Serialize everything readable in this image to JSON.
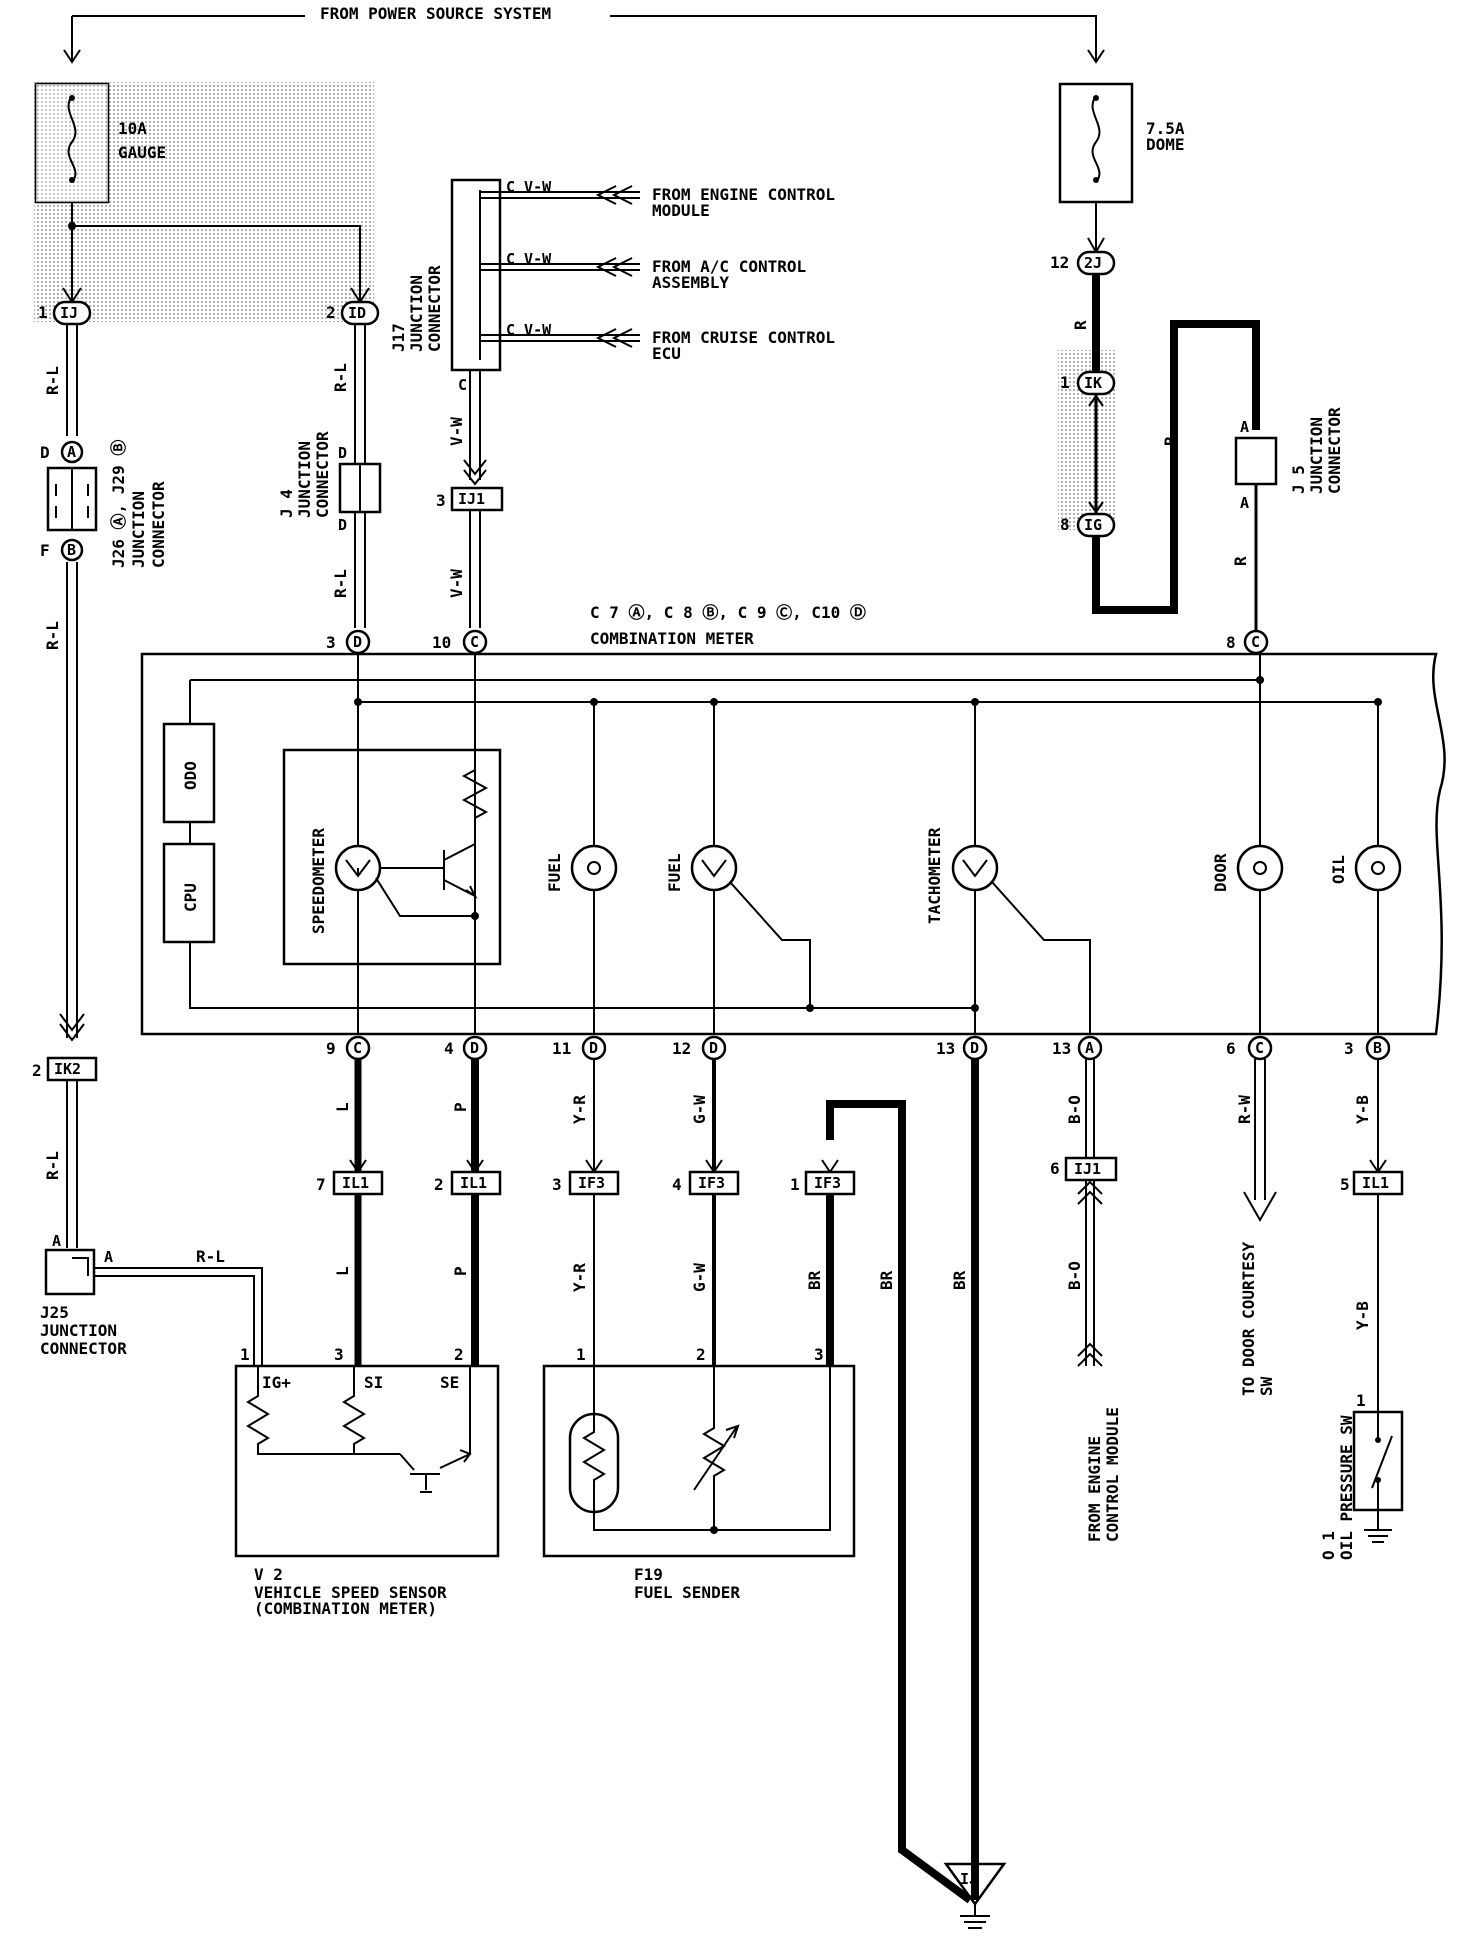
{
  "top": {
    "power_source": "FROM POWER SOURCE SYSTEM"
  },
  "fuses": {
    "gauge": {
      "rating": "10A",
      "name": "GAUGE"
    },
    "dome": {
      "rating": "7.5A",
      "name": "DOME"
    }
  },
  "pins": {
    "p1": "1",
    "p2": "2",
    "p3a": "3",
    "p10": "10",
    "p8": "8",
    "p9": "9",
    "p4": "4",
    "p11": "11",
    "p12": "12",
    "p13d": "13",
    "p13a": "13",
    "p6": "6",
    "p3b": "3",
    "p2ik": "2",
    "p12dome": "12",
    "p1r": "1",
    "p8r": "8",
    "p3ij": "3",
    "p7il": "7",
    "p2il": "2",
    "p3if": "3",
    "p4if": "4",
    "p1if": "1",
    "p6ij": "6",
    "p5il": "5",
    "v1": "1",
    "v3": "3",
    "v2": "2",
    "f1": "1",
    "f2": "2",
    "f3": "3",
    "o1": "1"
  },
  "connector_codes": {
    "ij": "IJ",
    "id": "ID",
    "ij1": "IJ1",
    "ik2": "IK2",
    "il1a": "IL1",
    "il1b": "IL1",
    "if3a": "IF3",
    "if3b": "IF3",
    "if3c": "IF3",
    "ij1b": "IJ1",
    "il1c": "IL1",
    "j2": "2J",
    "ik": "IK",
    "ig": "IG",
    "ground": "IJ"
  },
  "pin_letters": {
    "a": "A",
    "b": "B",
    "c": "C",
    "d": "D",
    "f": "F",
    "rA": "A",
    "rA2": "A"
  },
  "wires": {
    "rl1": "R-L",
    "rl2": "R-L",
    "rl3": "R-L",
    "rl4": "R-L",
    "rl5": "R-L",
    "rl6": "R-L",
    "vw1": "V-W",
    "vw2": "V-W",
    "vw3": "C V-W",
    "vw4": "C V-W",
    "vw5": "C V-W",
    "r1": "R",
    "r2": "R",
    "r3": "R",
    "l1": "L",
    "l2": "L",
    "p1": "P",
    "p2": "P",
    "yr1": "Y-R",
    "yr2": "Y-R",
    "gw1": "G-W",
    "gw2": "G-W",
    "br1": "BR",
    "br2": "BR",
    "br3": "BR",
    "bo1": "B-O",
    "bo2": "B-O",
    "rw": "R-W",
    "yb1": "Y-B",
    "yb2": "Y-B",
    "c_letter": "C",
    "d_letter1": "D",
    "d_letter2": "D"
  },
  "connectors": {
    "j17": "J17 JUNCTION CONNECTOR",
    "j17_a": "J17",
    "j17_b": "JUNCTION",
    "j17_c": "CONNECTOR",
    "j4_a": "J 4",
    "j4_b": "JUNCTION",
    "j4_c": "CONNECTOR",
    "j26_a": "J26 Ⓐ, J29 Ⓑ",
    "j26_b": "JUNCTION",
    "j26_c": "CONNECTOR",
    "j5_a": "J 5",
    "j5_b": "JUNCTION",
    "j5_c": "CONNECTOR",
    "j25_a": "J25",
    "j25_b": "JUNCTION",
    "j25_c": "CONNECTOR"
  },
  "sources": {
    "ecm_a": "FROM ENGINE CONTROL",
    "ecm_b": "MODULE",
    "ac_a": "FROM A/C CONTROL",
    "ac_b": "ASSEMBLY",
    "cruise_a": "FROM CRUISE CONTROL",
    "cruise_b": "ECU"
  },
  "meter": {
    "connectors": "C 7 Ⓐ, C 8 Ⓑ, C 9 Ⓒ, C10 Ⓓ",
    "title": "COMBINATION METER",
    "odo": "ODO",
    "cpu": "CPU",
    "speedometer": "SPEEDOMETER",
    "fuel1": "FUEL",
    "fuel2": "FUEL",
    "tachometer": "TACHOMETER",
    "door": "DOOR",
    "oil": "OIL"
  },
  "components": {
    "v2_code": "V 2",
    "v2_a": "VEHICLE SPEED SENSOR",
    "v2_b": "(COMBINATION METER)",
    "ig": "IG+",
    "si": "SI",
    "se": "SE",
    "f19_code": "F19",
    "f19_name": "FUEL SENDER",
    "ecm_from_a": "FROM ENGINE",
    "ecm_from_b": "CONTROL MODULE",
    "door_to_a": "TO DOOR COURTESY",
    "door_to_b": "SW",
    "oil_sw_a": "OIL PRESSURE SW",
    "oil_sw_code": "O 1",
    "oil_sw_b": "OIL PRESSURE SW"
  }
}
